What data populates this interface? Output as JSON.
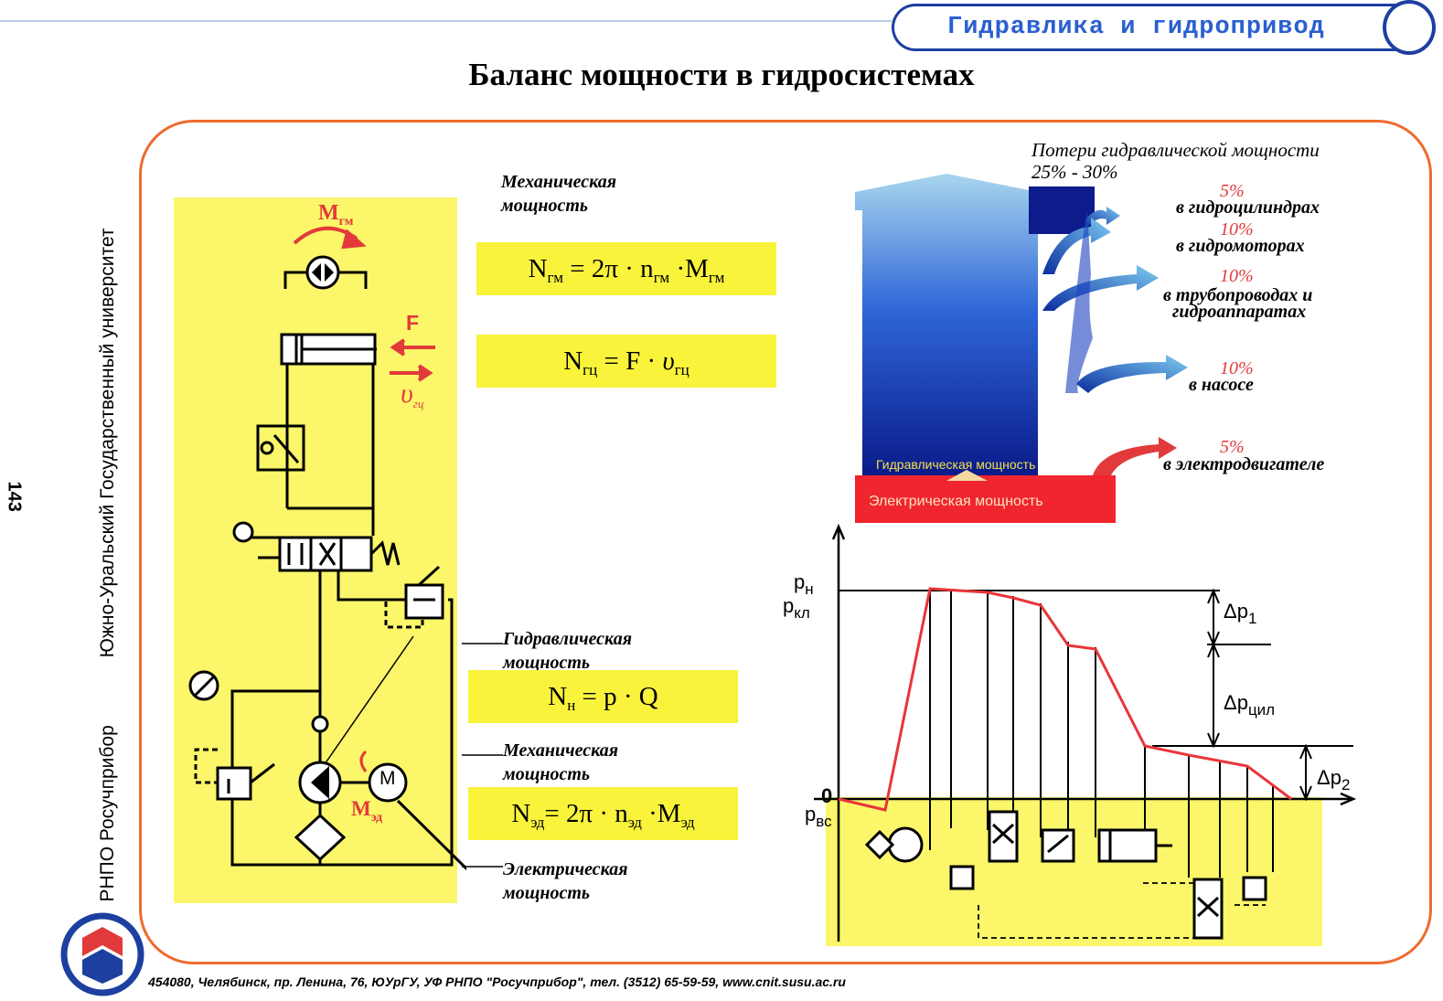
{
  "header": {
    "title": "Гидравлика и гидропривод"
  },
  "page_title": "Баланс мощности в гидросистемах",
  "side_text": {
    "org1": "РНПО Росучприбор",
    "org2": "Южно-Уральский Государственный университет",
    "page_number": "143"
  },
  "left": {
    "label_mech_top": "Механическая мощность",
    "label_hydr": "Гидравлическая мощность",
    "label_mech_bottom": "Механическая мощность",
    "label_el": "Электрическая мощность",
    "f_gm": {
      "n": "N",
      "ns": "гм",
      "rest": " = 2π · n",
      "rs": "гм",
      "m": " ·M",
      "ms": "гм"
    },
    "f_gc": {
      "n": "N",
      "ns": "гц",
      "rest": " = F · ",
      "v": "υ",
      "vs": "гц"
    },
    "f_n": {
      "n": "N",
      "ns": "н",
      "rest": " = p · Q"
    },
    "f_ed": {
      "n": "N",
      "ns": "эд",
      "rest": "= 2π · n",
      "rs": "эд",
      "m": " ·M",
      "ms": "эд"
    },
    "sym_mgm": "М",
    "sym_mgm_sub": "гм",
    "sym_f": "F",
    "sym_v": "υ",
    "sym_v_sub": "гц",
    "sym_med": "М",
    "sym_med_sub": "эд",
    "sym_motor": "M"
  },
  "losses": {
    "title": "Потери гидравлической мощности",
    "range": "25% - 30%",
    "items": [
      {
        "pct": "5%",
        "label": "в гидроцилиндрах"
      },
      {
        "pct": "10%",
        "label": "в гидромоторах"
      },
      {
        "pct": "10%",
        "label": "в трубопроводах и",
        "label2": "гидроаппаратах"
      },
      {
        "pct": "10%",
        "label": "в насосе"
      },
      {
        "pct": "5%",
        "label": "в электродвигателе"
      }
    ],
    "hydr_power": "Гидравлическая мощность",
    "el_power": "Электрическая мощность"
  },
  "graph": {
    "p_n": "p",
    "p_n_sub": "н",
    "p_kl": "p",
    "p_kl_sub": "кл",
    "zero": "0",
    "p_vs": "p",
    "p_vs_sub": "вс",
    "dp1": "Δp",
    "dp1_sub": "1",
    "dpcil": "Δp",
    "dpcil_sub": "цил",
    "dp2": "Δp",
    "dp2_sub": "2"
  },
  "footer": "454080, Челябинск, пр. Ленина, 76, ЮУрГУ, УФ РНПО \"Росучприбор\", тел. (3512) 65-59-59, www.cnit.susu.ac.ru",
  "colors": {
    "accent": "#1d3fa0",
    "frame": "#ee6b2f",
    "yellow": "#fbf66a",
    "red": "#e23a3a"
  }
}
